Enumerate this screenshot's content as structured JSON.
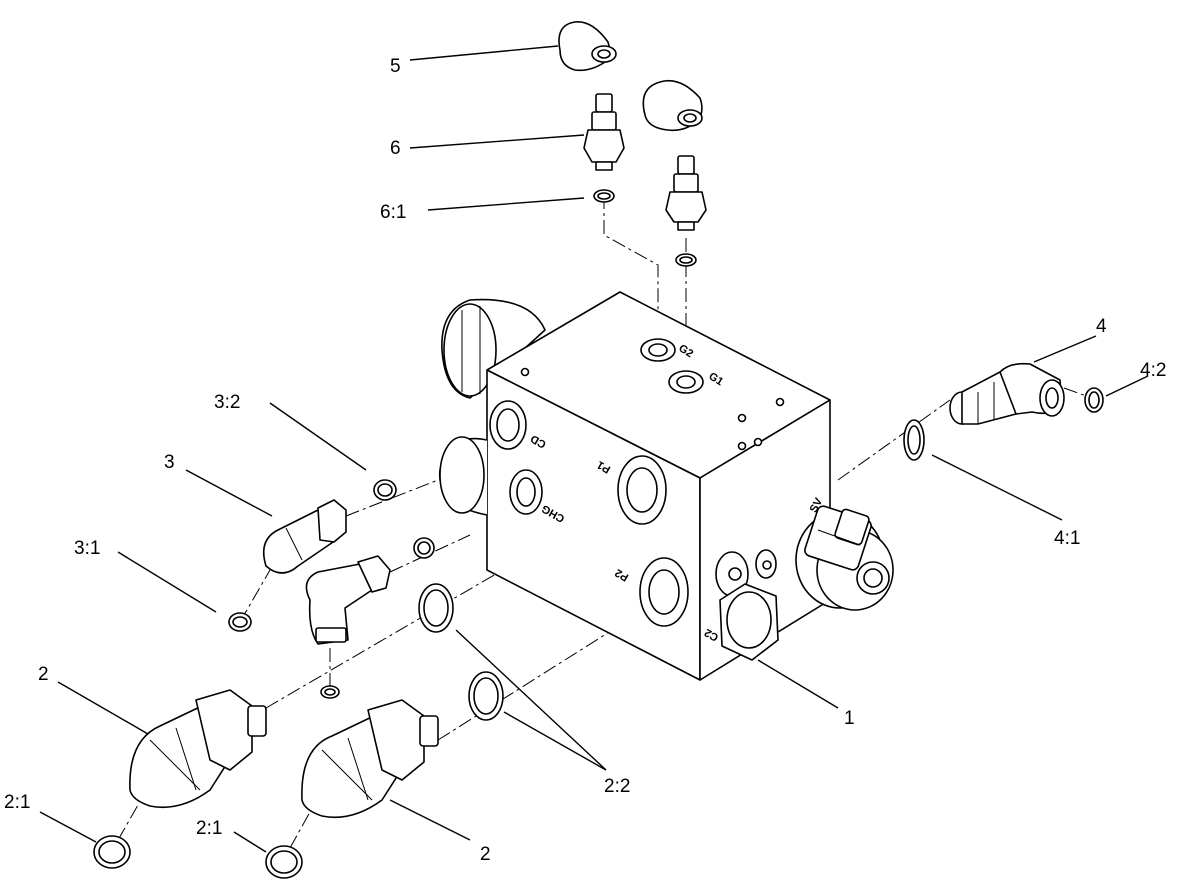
{
  "callouts": {
    "c1": "1",
    "c2a": "2",
    "c2b": "2",
    "c21a": "2:1",
    "c21b": "2:1",
    "c22": "2:2",
    "c3": "3",
    "c31": "3:1",
    "c32": "3:2",
    "c4": "4",
    "c41": "4:1",
    "c42": "4:2",
    "c5": "5",
    "c6": "6",
    "c61": "6:1"
  },
  "port_labels": {
    "g2": "G2",
    "g1": "G1",
    "cd": "CD",
    "p1": "P1",
    "chg": "CHG",
    "p2": "P2",
    "c2": "C2",
    "sv": "SV"
  }
}
